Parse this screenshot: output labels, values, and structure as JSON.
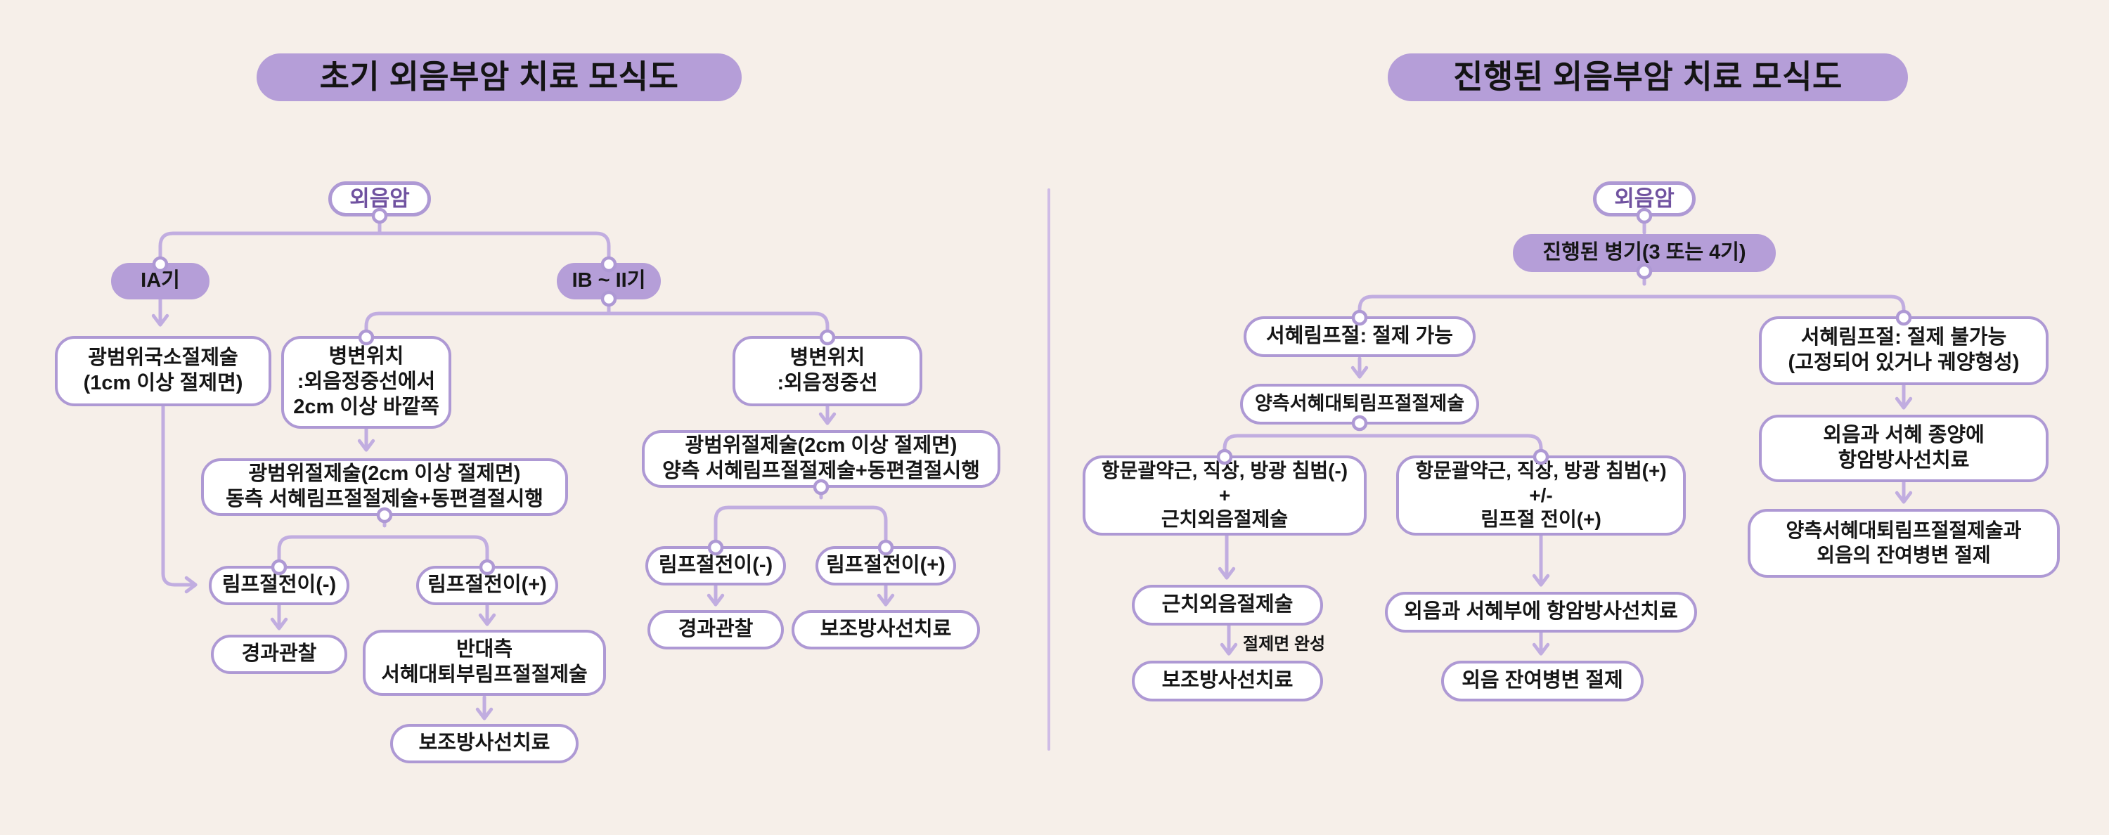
{
  "colors": {
    "background": "#f6efe9",
    "accent_fill": "#b59ed8",
    "node_border": "#ae99d4",
    "connector": "#c1ade0",
    "accent_text": "#7052a0",
    "text": "#161616"
  },
  "left_chart": {
    "title": "초기 외음부암 치료 모식도",
    "nodes": {
      "root": "외음암",
      "stage_ia": "IA기",
      "stage_ib_ii": "IB ~ II기",
      "wide_local_excision": "광범위국소절제술\n(1cm 이상 절제면)",
      "lesion_lateral": "병변위치\n:외음정중선에서\n2cm 이상 바깥쪽",
      "lesion_midline": "병변위치\n:외음정중선",
      "wide_excision_ipsilateral": "광범위절제술(2cm 이상 절제면)\n동측 서혜림프절절제술+동편결절시행",
      "wide_excision_bilateral": "광범위절제술(2cm 이상 절제면)\n양측 서혜림프절절제술+동편결절시행",
      "ln_neg_a": "림프절전이(-)",
      "ln_pos_a": "림프절전이(+)",
      "observation_a": "경과관찰",
      "contralateral_lnd": "반대측\n서혜대퇴부림프절절제술",
      "adjuvant_rt_a": "보조방사선치료",
      "ln_neg_b": "림프절전이(-)",
      "ln_pos_b": "림프절전이(+)",
      "observation_b": "경과관찰",
      "adjuvant_rt_b": "보조방사선치료"
    }
  },
  "right_chart": {
    "title": "진행된 외음부암 치료 모식도",
    "edge_label_margin_complete": "절제면 완성",
    "nodes": {
      "root": "외음암",
      "advanced_stage": "진행된 병기(3 또는 4기)",
      "ln_resectable": "서혜림프절: 절제 가능",
      "bilateral_lnd": "양측서혜대퇴림프절절제술",
      "ln_unresectable": "서혜림프절: 절제 불가능\n(고정되어 있거나 궤양형성)",
      "no_invasion": "항문괄약근, 직장, 방광 침범(-)\n+\n근치외음절제술",
      "invasion": "항문괄약근, 직장, 방광 침범(+)\n+/-\n림프절 전이(+)",
      "crt_vulva_groin_tumor": "외음과 서혜 종양에\n항암방사선치료",
      "bilateral_lnd_residual": "양측서혜대퇴림프절절제술과\n외음의 잔여병변 절제",
      "radical_vulvectomy": "근치외음절제술",
      "adjuvant_rt": "보조방사선치료",
      "crt_vulva_groin": "외음과 서혜부에 항암방사선치료",
      "residual_resection": "외음 잔여병변 절제"
    }
  }
}
